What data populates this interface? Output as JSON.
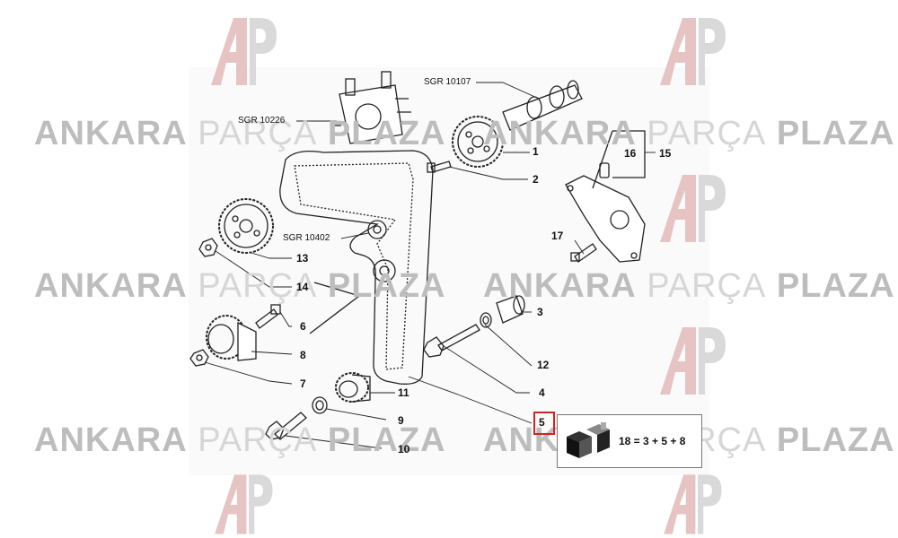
{
  "watermark": {
    "word1": "ANKARA",
    "word2": "PARÇA",
    "word3": "PLAZA"
  },
  "parts": {
    "sgr_10226": "SGR 10226",
    "sgr_10107": "SGR 10107",
    "sgr_10402": "SGR 10402",
    "c1": "1",
    "c2": "2",
    "c3": "3",
    "c4": "4",
    "c5": "5",
    "c6": "6",
    "c7": "7",
    "c8": "8",
    "c9": "9",
    "c10": "10",
    "c11": "11",
    "c12": "12",
    "c13": "13",
    "c14": "14",
    "c15": "15",
    "c16": "16",
    "c17": "17"
  },
  "kit": {
    "label": "18 = 3 + 5 + 8"
  },
  "colors": {
    "highlight": "#d32222",
    "logo": "#e2bcbc",
    "watermark": "#cfcfcf"
  }
}
